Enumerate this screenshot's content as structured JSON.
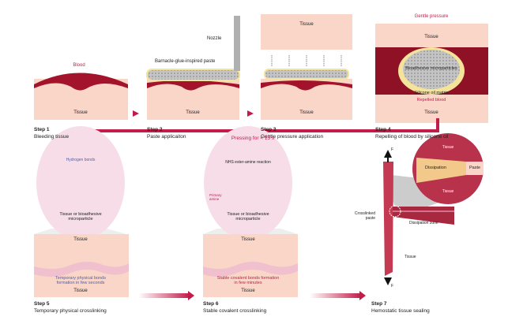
{
  "colors": {
    "blood": "#a3142c",
    "tissue": "#f9d6c8",
    "paste": "#bdbdbd",
    "oil": "#f6e39a",
    "arrow": "#c21d4a",
    "bubble": "#f7dde8"
  },
  "steps": [
    {
      "num": "Step 1",
      "desc": "Bleeding tissue"
    },
    {
      "num": "Step 2",
      "desc": "Paste applicaiton"
    },
    {
      "num": "Step 3",
      "desc": "Gentle pressure application"
    },
    {
      "num": "Step 4",
      "desc": "Repelling of blood by silicone oil"
    },
    {
      "num": "Step 5",
      "desc": "Temporary physical crosslinking"
    },
    {
      "num": "Step 6",
      "desc": "Stable covalent crosslinking"
    },
    {
      "num": "Step 7",
      "desc": "Hemostatic tissue sealing"
    }
  ],
  "labels": {
    "blood": "Blood",
    "tissue": "Tissue",
    "nozzle": "Nozzle",
    "paste": "Barnacle-glue-inspired paste",
    "gentle_pressure": "Gentle pressure",
    "microparticles": "Bioadhesive microparticles",
    "silicone_oil": "Silicone oil matrix",
    "repelled_blood": "Repelled blood",
    "pressing": "Pressing for < 15 s",
    "hydrogen_bonds": "Hydrogen bonds",
    "tissue_or_particle": "Tissue or bioadhesive microparticle",
    "nhs_reaction": "NHS ester-amine reaction",
    "primary_amine": "Primary amine",
    "temporary_bonds": "Temporary physical bonds formation in few seconds",
    "stable_bonds": "Stable covalent bonds formation in few minutes",
    "crosslinked_paste": "Crosslinked paste",
    "dissipation_zone": "Dissipation zone",
    "dissipation": "Dissipation",
    "paste_short": "Paste",
    "force": "F"
  }
}
